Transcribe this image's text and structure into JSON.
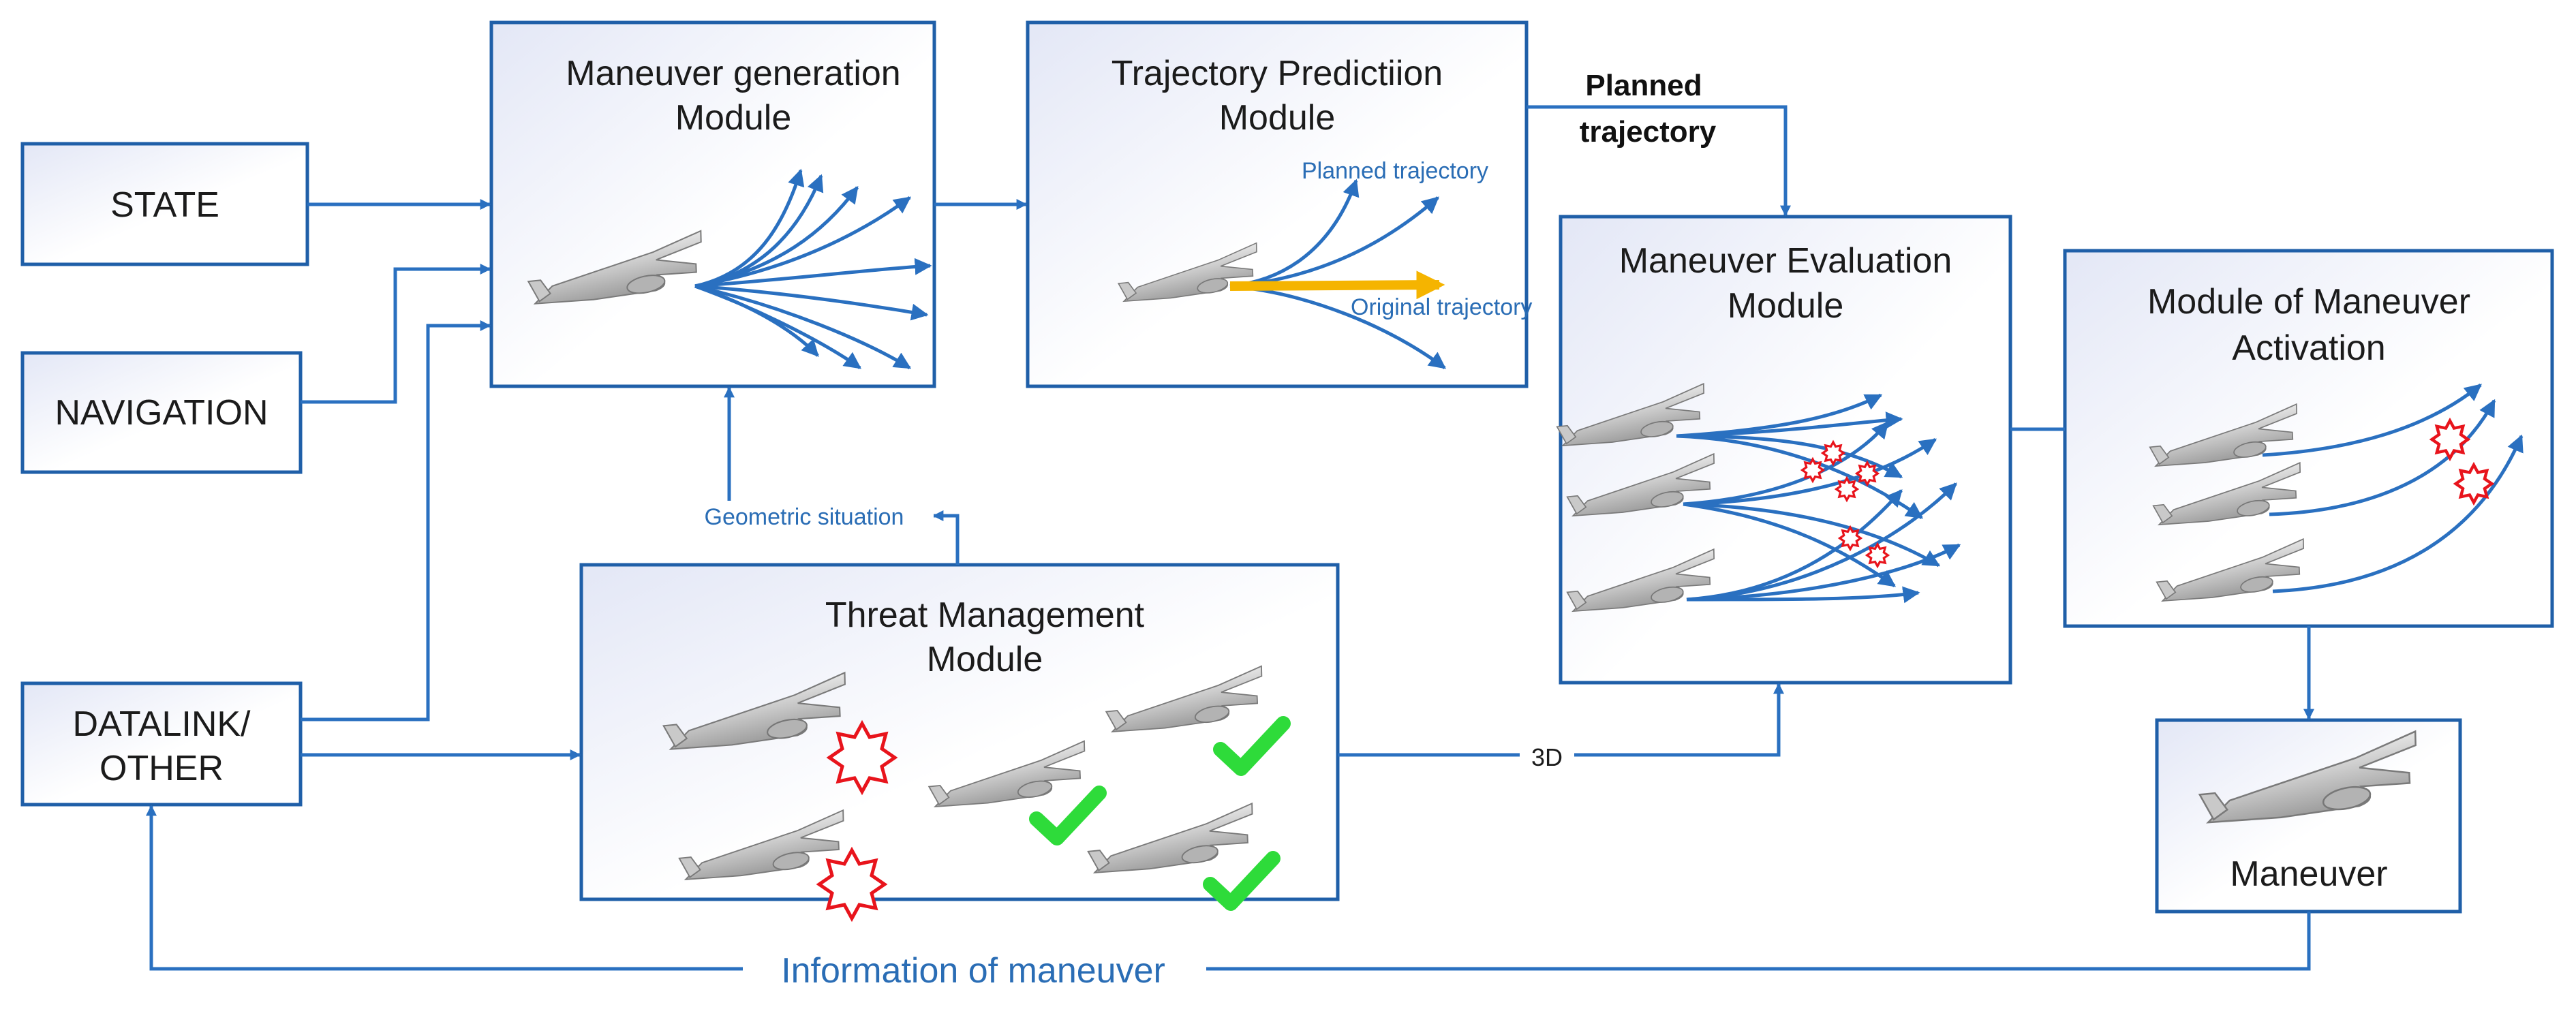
{
  "inputs": {
    "state": "STATE",
    "navigation": "NAVIGATION",
    "datalink_line1": "DATALINK/",
    "datalink_line2": "OTHER"
  },
  "modules": {
    "generation_line1": "Maneuver generation",
    "generation_line2": "Module",
    "prediction_line1": "Trajectory Predictiion",
    "prediction_line2": "Module",
    "evaluation_line1": "Maneuver Evaluation",
    "evaluation_line2": "Module",
    "activation_line1": "Module of Maneuver",
    "activation_line2": "Activation",
    "threat_line1": "Threat Management",
    "threat_line2": "Module",
    "maneuver": "Maneuver"
  },
  "labels": {
    "planned_line1": "Planned",
    "planned_line2": "trajectory",
    "planned_small": "Planned trajectory",
    "original_small": "Original trajectory",
    "geometric": "Geometric situation",
    "three_d": "3D",
    "information": "Information of maneuver"
  },
  "icons": {
    "aircraft": "uav-icon",
    "threat": "red-star-burst-icon",
    "safe": "green-check-icon"
  },
  "colors": {
    "border": "#1f5fa8",
    "arrow": "#2a70c0",
    "threat": "#e8141c",
    "safe": "#2edb3a",
    "original_trajectory": "#f5b400"
  }
}
